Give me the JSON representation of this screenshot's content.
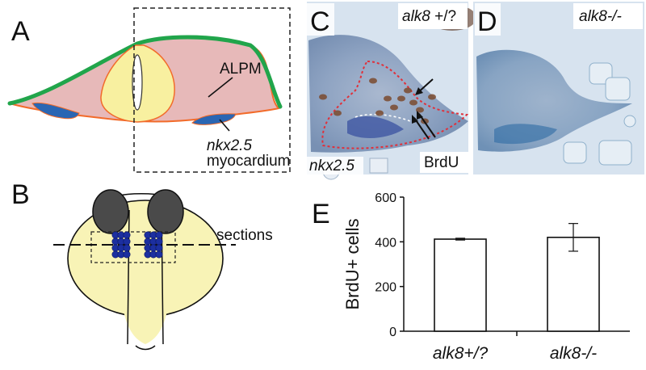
{
  "panels": {
    "a": {
      "letter": "A",
      "alpm_label": "ALPM",
      "gene_label": "nkx2.5",
      "tissue_label": "myocardium",
      "colors": {
        "ectoderm": "#21a54b",
        "mesoderm": "#e7b9b9",
        "neural": "#f8f0a0",
        "myocardium": "#2a66b3",
        "outline": "#f26b2a"
      }
    },
    "b": {
      "letter": "B",
      "sections_label": "sections",
      "colors": {
        "embryo": "#f8f3b6",
        "eye": "#4a4a4a",
        "cells": "#1c2fa0"
      }
    },
    "c": {
      "letter": "C",
      "genotype_gene": "alk8",
      "genotype_allele": " +/?",
      "marker_label": "nkx2.5",
      "brdu_label": "BrdU"
    },
    "d": {
      "letter": "D",
      "genotype": "alk8-/-"
    },
    "e": {
      "letter": "E",
      "chart_data": {
        "type": "bar",
        "categories": [
          "alk8+/?",
          "alk8-/-"
        ],
        "values": [
          412,
          420
        ],
        "errors": [
          4,
          62
        ],
        "ylabel": "BrdU+ cells",
        "ylim": [
          0,
          600
        ],
        "yticks": [
          0,
          200,
          400,
          600
        ],
        "bar_color": "#ffffff",
        "grid": false
      }
    }
  }
}
